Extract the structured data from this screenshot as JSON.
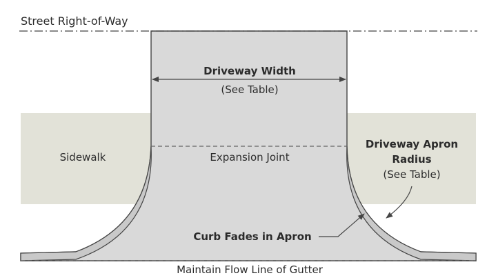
{
  "labels": {
    "right_of_way": "Street Right-of-Way",
    "driveway_width": "Driveway Width",
    "driveway_width_note": "(See Table)",
    "sidewalk": "Sidewalk",
    "expansion_joint": "Expansion Joint",
    "apron_radius_line1": "Driveway Apron",
    "apron_radius_line2": "Radius",
    "apron_radius_note": "(See Table)",
    "curb_fades": "Curb Fades in Apron",
    "flow_line": "Maintain Flow Line of Gutter"
  },
  "colors": {
    "sidewalk_fill": "#e2e2d8",
    "driveway_fill": "#d9d9d9",
    "curb_fill": "#cfcfcf",
    "line": "#444444"
  }
}
